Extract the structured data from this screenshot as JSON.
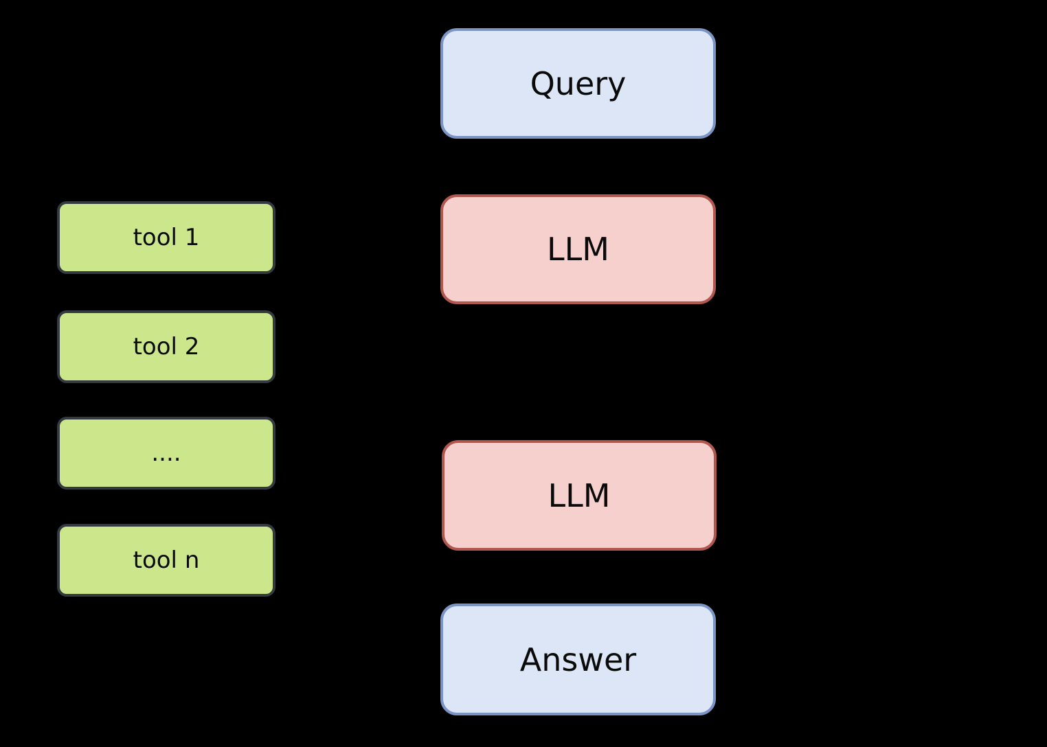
{
  "diagram": {
    "background_color": "#000000",
    "text_color": "#0a0a0a",
    "main_nodes": [
      {
        "id": "query",
        "label": "Query",
        "fill": "#dce6f6",
        "border": "#7a94c4"
      },
      {
        "id": "llm-1",
        "label": "LLM",
        "fill": "#f5d0cd",
        "border": "#b0574f"
      },
      {
        "id": "llm-2",
        "label": "LLM",
        "fill": "#f5d0cd",
        "border": "#b0574f"
      },
      {
        "id": "answer",
        "label": "Answer",
        "fill": "#dce6f6",
        "border": "#7a94c4"
      }
    ],
    "tool_nodes": [
      {
        "id": "tool-1",
        "label": "tool 1"
      },
      {
        "id": "tool-2",
        "label": "tool 2"
      },
      {
        "id": "tool-ellipsis",
        "label": "...."
      },
      {
        "id": "tool-n",
        "label": "tool n"
      }
    ],
    "tool_style": {
      "fill": "#cce68c",
      "border": "#343a40"
    }
  }
}
